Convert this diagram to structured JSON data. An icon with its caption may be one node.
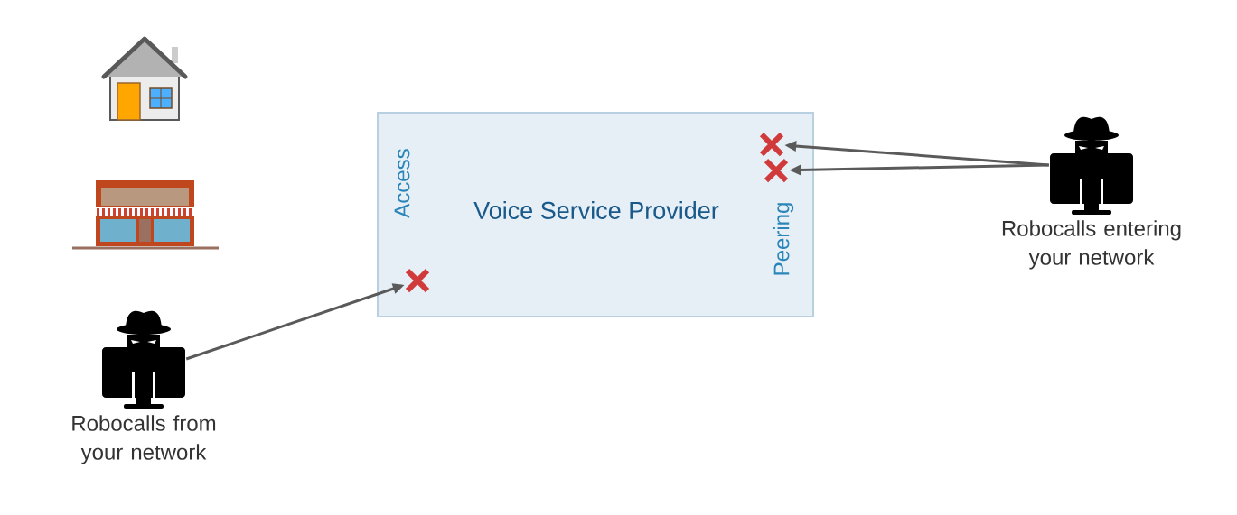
{
  "diagram": {
    "nodes": [
      {
        "text": [
          "Access",
          "Voice Service Provider",
          "Peering"
        ]
      },
      {
        "text": [],
        "shape": "cross",
        "in": 0
      },
      {
        "text": [],
        "shape": "cross",
        "in": 0
      },
      {
        "text": [],
        "shape": "cross",
        "in": 0
      },
      {
        "text": [
          "Robocalls from your network"
        ]
      },
      {
        "text": [
          "Robocalls entering your network"
        ]
      }
    ],
    "edges": [
      {
        "from": 4,
        "to": 1,
        "arrow": "to"
      },
      {
        "from": 5,
        "to": 2,
        "arrow": "to"
      },
      {
        "from": 5,
        "to": 3,
        "arrow": "to"
      }
    ]
  }
}
